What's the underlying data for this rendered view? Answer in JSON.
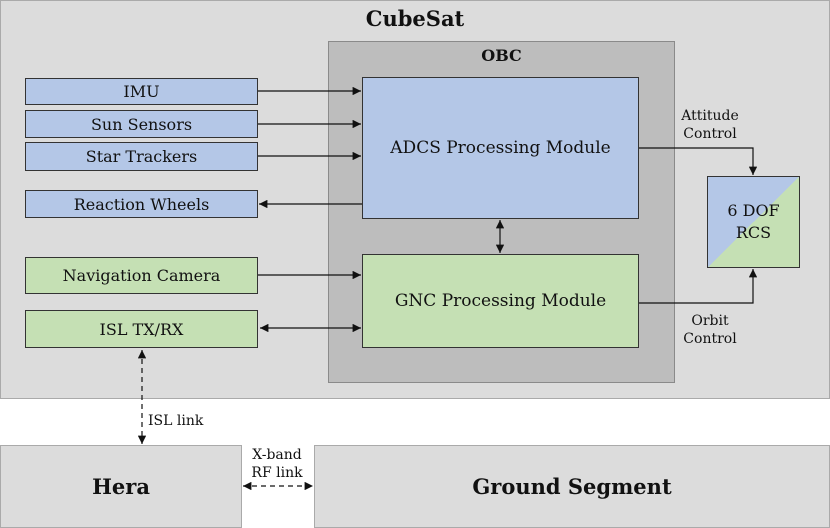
{
  "cubesat": {
    "title": "CubeSat"
  },
  "obc": {
    "title": "OBC"
  },
  "sensors": {
    "imu": "IMU",
    "sun_sensors": "Sun Sensors",
    "star_trackers": "Star Trackers",
    "reaction_wheels": "Reaction Wheels",
    "navigation_camera": "Navigation Camera",
    "isl_txrx": "ISL TX/RX"
  },
  "modules": {
    "adcs": "ADCS Processing Module",
    "gnc": "GNC Processing Module"
  },
  "actuator": {
    "line1": "6 DOF",
    "line2": "RCS"
  },
  "labels": {
    "attitude_line1": "Attitude",
    "attitude_line2": "Control",
    "orbit_line1": "Orbit",
    "orbit_line2": "Control",
    "isl_link": "ISL link",
    "xband_line1": "X-band",
    "xband_line2": "RF link"
  },
  "external": {
    "hera": "Hera",
    "ground": "Ground Segment"
  },
  "colors": {
    "adcs_blue": "#b4c7e7",
    "gnc_green": "#c5e0b4",
    "container_gray": "#dcdcdc",
    "obc_gray": "#bdbdbd"
  }
}
